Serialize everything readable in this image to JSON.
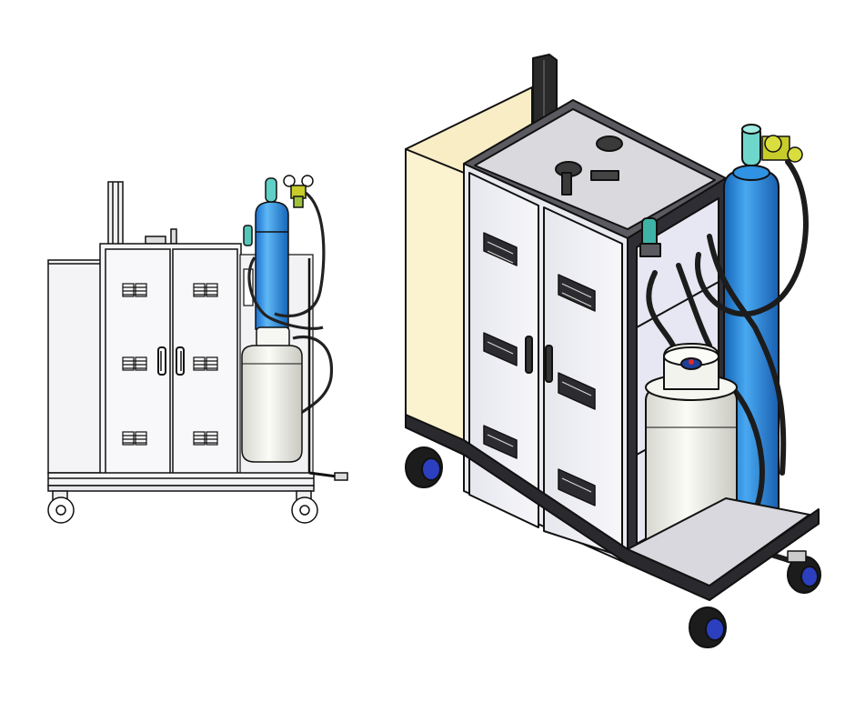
{
  "figure": {
    "views": [
      "side-elevation",
      "isometric"
    ],
    "components": [
      "equipment-cabinet",
      "double-doors",
      "vent-grilles",
      "door-handles",
      "blue-gas-cylinder",
      "pressure-regulator",
      "propane-tank",
      "hoses",
      "wheeled-base",
      "caster-wheels",
      "side-enclosure-panel",
      "vertical-mast"
    ]
  },
  "colors": {
    "outline": "#111111",
    "cabinet": "#f4f5f8",
    "cabinet_shade": "#d9dbe5",
    "cylinder_blue": "#2b8fe0",
    "cylinder_blue_dark": "#1565b8",
    "cylinder_cap": "#3fb3a6",
    "propane": "#f1f1ec",
    "side_panel": "#f8edc4",
    "regulator": "#c8cc2a",
    "wheel_hub": "#2b3fbf",
    "hose": "#2a2a2a"
  }
}
